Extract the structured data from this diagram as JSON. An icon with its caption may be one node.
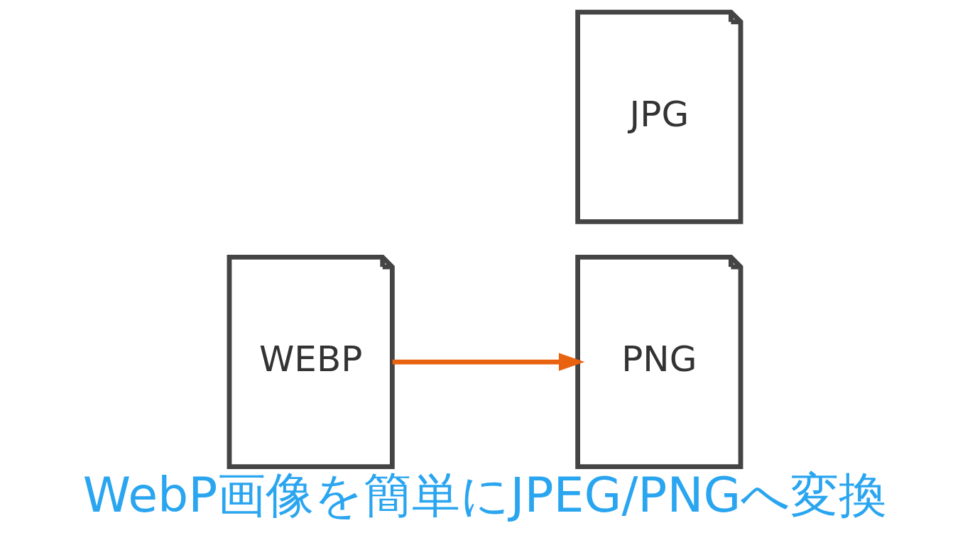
{
  "diagram": {
    "title": "WebP画像を簡単にJPEG/PNGへ変換",
    "nodes": [
      {
        "text": [
          "WEBP"
        ]
      },
      {
        "text": [
          "PNG"
        ]
      },
      {
        "text": [
          "JPG"
        ]
      }
    ],
    "edges": [
      {
        "from": 0,
        "to": 1,
        "arrow": "to",
        "color": "#e8620f"
      }
    ]
  }
}
